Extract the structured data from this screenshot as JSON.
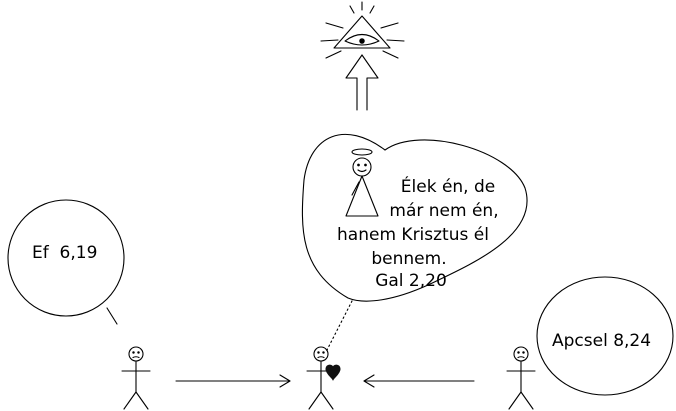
{
  "colors": {
    "ink": "#000000",
    "background": "#ffffff",
    "heart": "#111111"
  },
  "icons": [
    "all-seeing-eye-icon",
    "halo-icon",
    "heart-icon"
  ],
  "left_bubble": {
    "text": "Ef  6,19"
  },
  "right_bubble": {
    "text": "Apcsel 8,24"
  },
  "heart_bubble": {
    "lines": [
      "Élek én, de",
      "már nem én,",
      "hanem Krisztus él",
      "bennem."
    ],
    "reference": "Gal 2,20"
  }
}
